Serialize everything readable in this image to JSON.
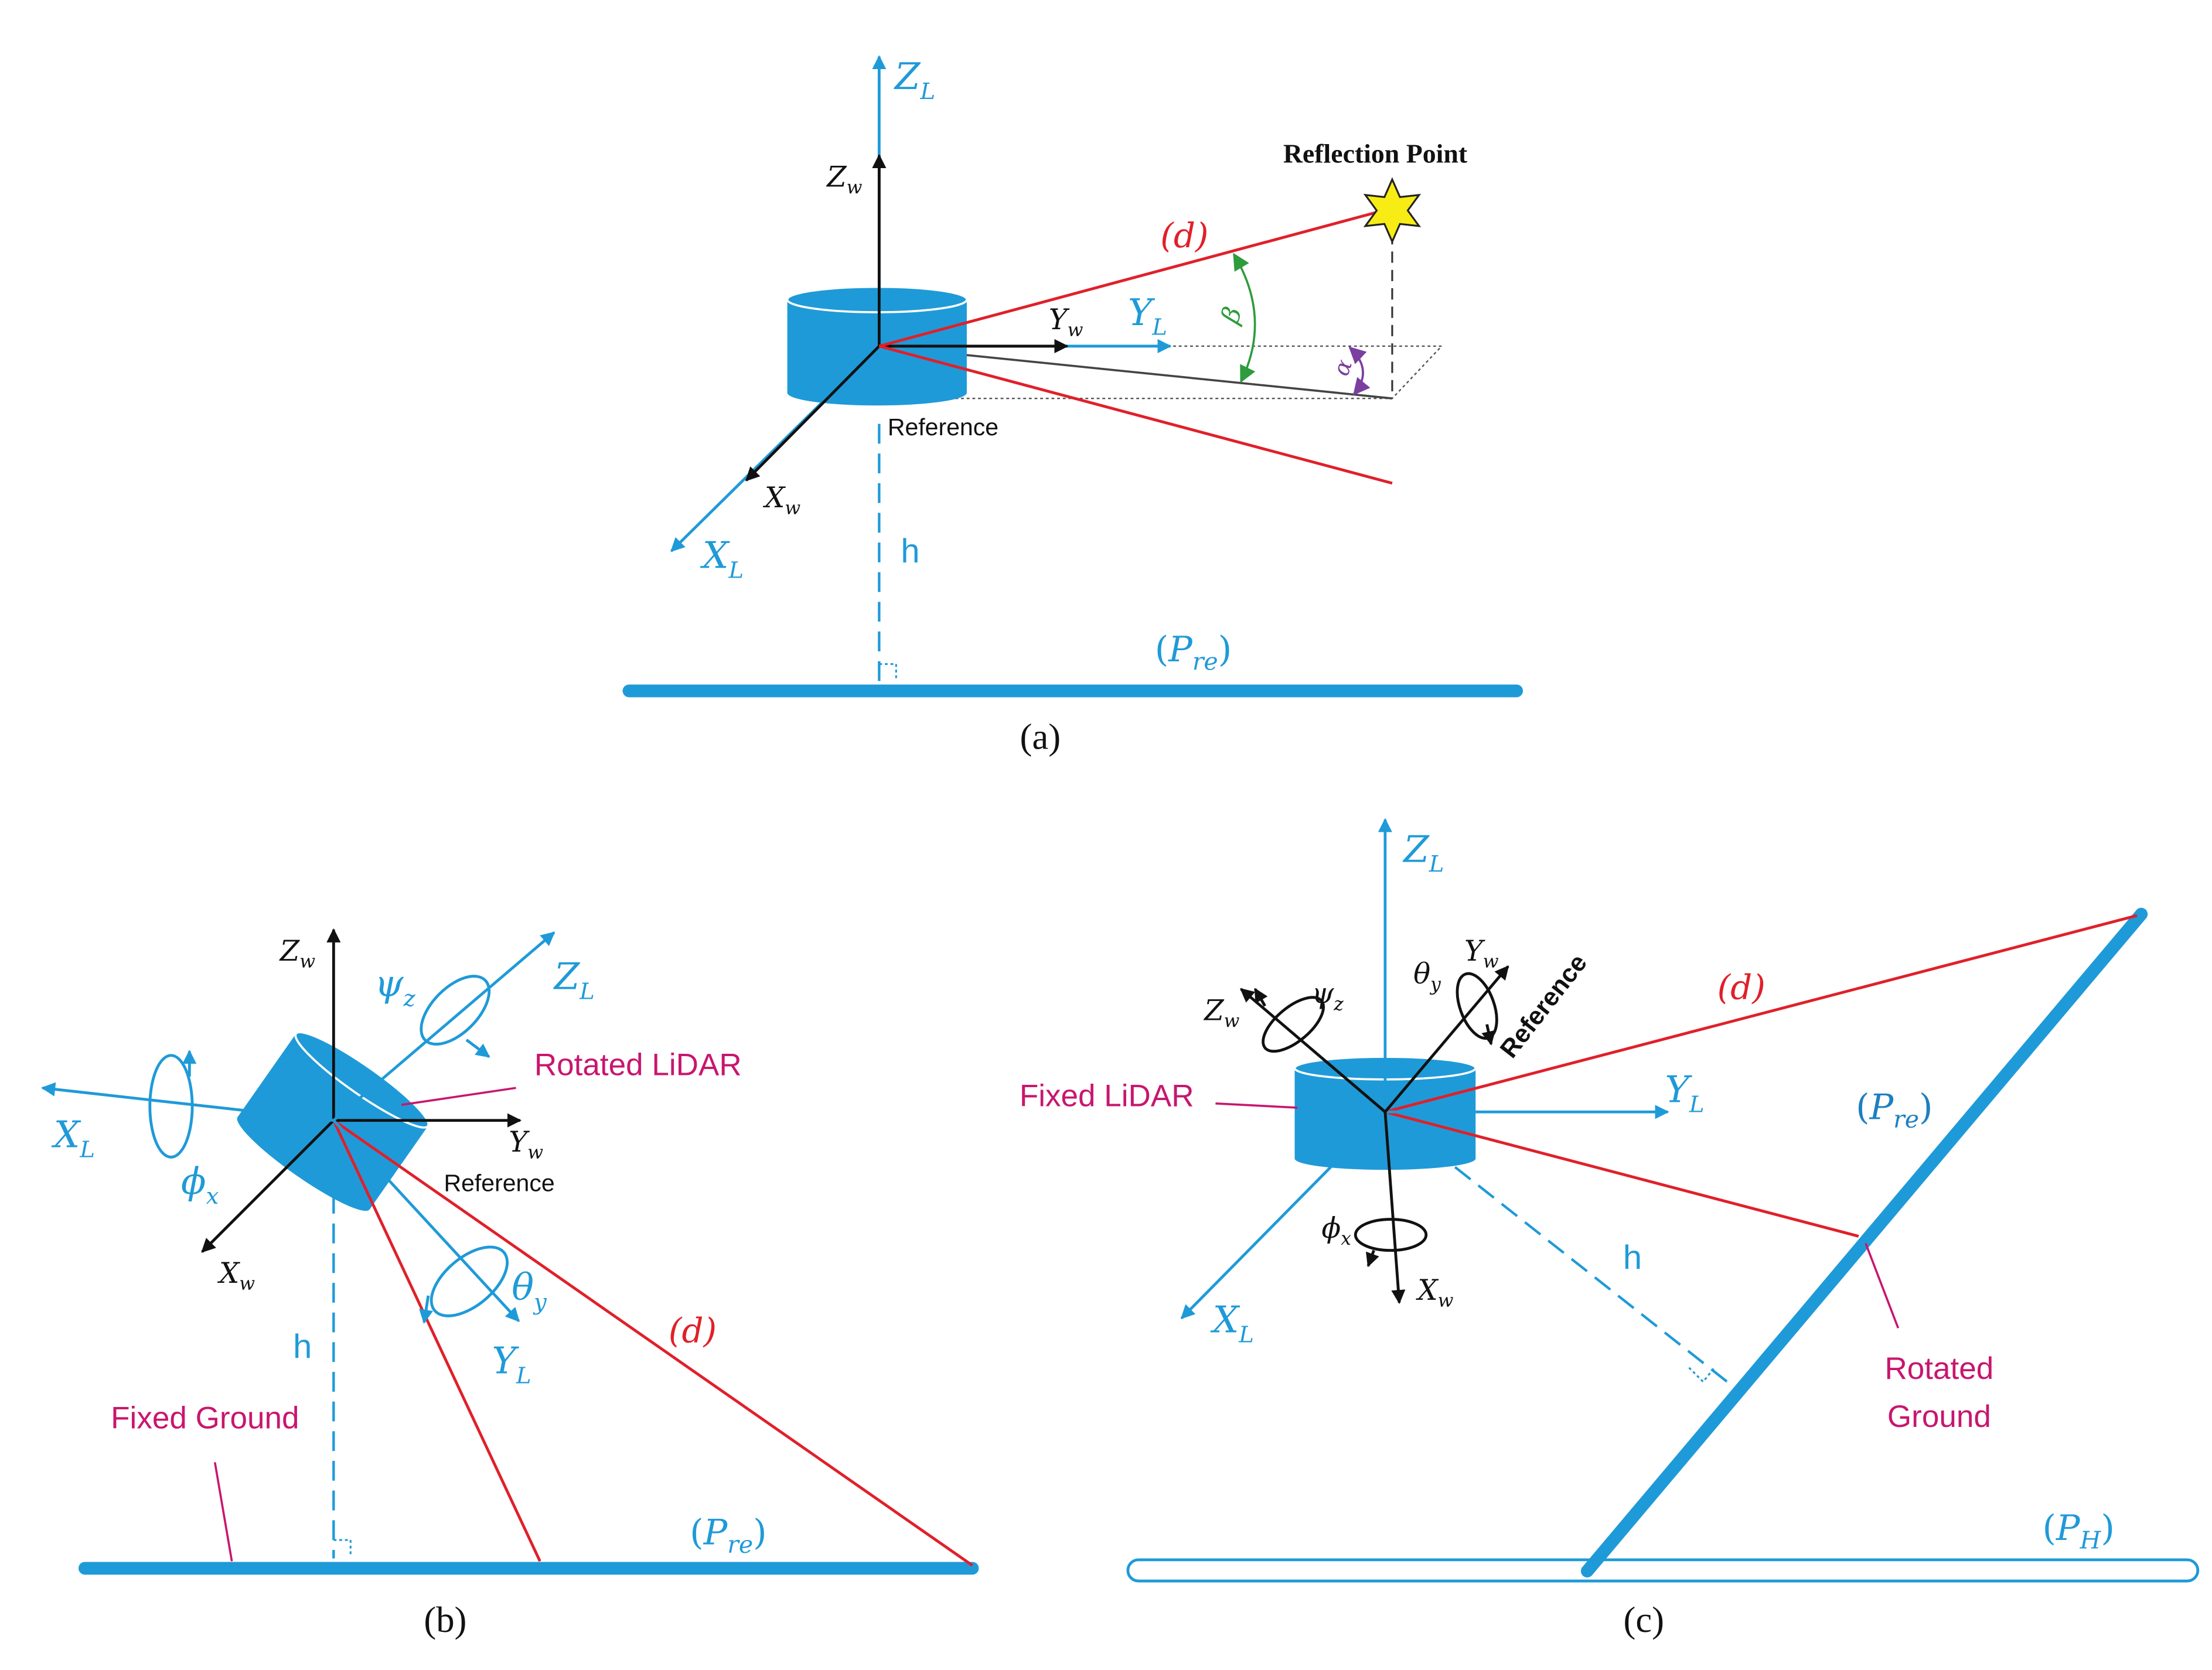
{
  "colors": {
    "lidar_blue": "#1f9ad8",
    "world_axis": "#111111",
    "beam_red": "#e0202a",
    "annotation_magenta": "#c8166e",
    "angle_beta_green": "#2e9b3c",
    "angle_alpha_purple": "#7b3fa0",
    "star_yellow": "#f7ec13"
  },
  "panel_a": {
    "caption": "(a)",
    "reflection_point": "Reflection Point",
    "reference": "Reference",
    "distance": "(d)",
    "height": "h",
    "plane": {
      "open": "(",
      "main": "P",
      "sub": "re",
      "close": ")"
    },
    "axes": {
      "ZL": {
        "main": "Z",
        "sub": "L"
      },
      "Zw": {
        "main": "Z",
        "sub": "w"
      },
      "Yw": {
        "main": "Y",
        "sub": "w"
      },
      "YL": {
        "main": "Y",
        "sub": "L"
      },
      "Xw": {
        "main": "X",
        "sub": "w"
      },
      "XL": {
        "main": "X",
        "sub": "L"
      }
    },
    "angles": {
      "beta": "β",
      "alpha": "α"
    }
  },
  "panel_b": {
    "caption": "(b)",
    "rotated_lidar": "Rotated LiDAR",
    "fixed_ground": "Fixed Ground",
    "reference": "Reference",
    "distance": "(d)",
    "height": "h",
    "plane": {
      "open": "(",
      "main": "P",
      "sub": "re",
      "close": ")"
    },
    "axes": {
      "Zw": {
        "main": "Z",
        "sub": "w"
      },
      "ZL": {
        "main": "Z",
        "sub": "L"
      },
      "Yw": {
        "main": "Y",
        "sub": "w"
      },
      "YL": {
        "main": "Y",
        "sub": "L"
      },
      "Xw": {
        "main": "X",
        "sub": "w"
      },
      "XL": {
        "main": "X",
        "sub": "L"
      }
    },
    "rotations": {
      "psi": {
        "main": "ψ",
        "sub": "z"
      },
      "phi": {
        "main": "ϕ",
        "sub": "x"
      },
      "theta": {
        "main": "θ",
        "sub": "y"
      }
    }
  },
  "panel_c": {
    "caption": "(c)",
    "fixed_lidar": "Fixed LiDAR",
    "rotated_ground_line1": "Rotated",
    "rotated_ground_line2": "Ground",
    "reference": "Reference",
    "distance": "(d)",
    "height": "h",
    "plane_re": {
      "open": "(",
      "main": "P",
      "sub": "re",
      "close": ")"
    },
    "plane_h": {
      "open": "(",
      "main": "P",
      "sub": "H",
      "close": ")"
    },
    "axes": {
      "ZL": {
        "main": "Z",
        "sub": "L"
      },
      "YL": {
        "main": "Y",
        "sub": "L"
      },
      "XL": {
        "main": "X",
        "sub": "L"
      },
      "Zw": {
        "main": "Z",
        "sub": "w"
      },
      "Yw": {
        "main": "Y",
        "sub": "w"
      },
      "Xw": {
        "main": "X",
        "sub": "w"
      }
    },
    "rotations": {
      "psi": {
        "main": "ψ",
        "sub": "z"
      },
      "theta": {
        "main": "θ",
        "sub": "y"
      },
      "phi": {
        "main": "ϕ",
        "sub": "x"
      }
    }
  }
}
